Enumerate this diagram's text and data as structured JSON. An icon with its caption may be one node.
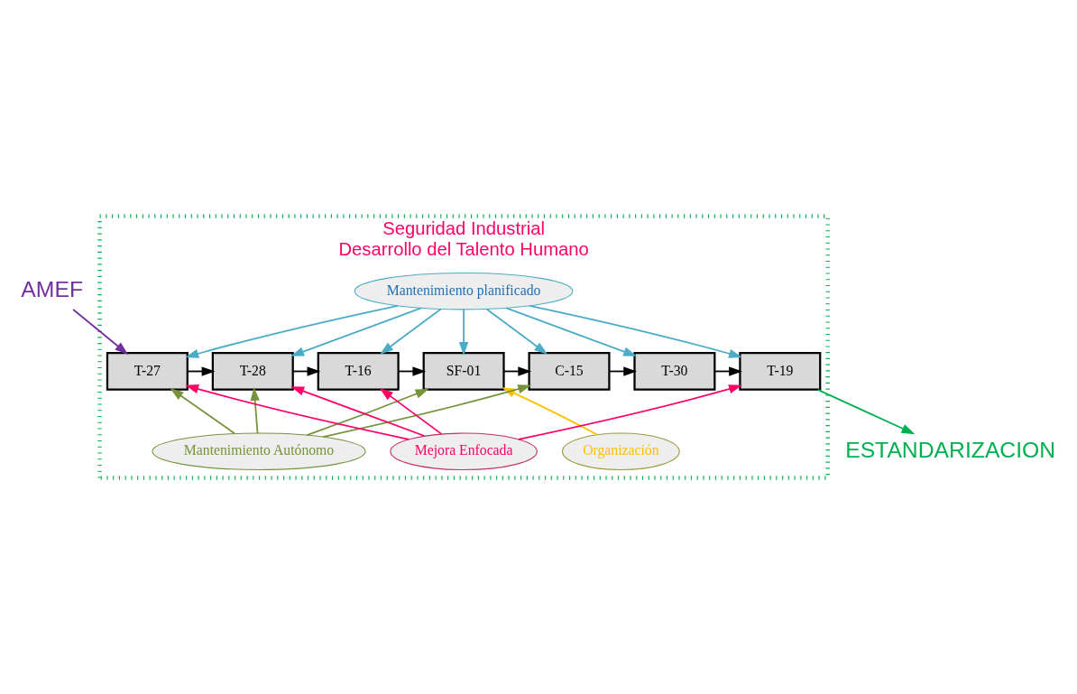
{
  "diagram": {
    "nodes": [
      {
        "text": [
          "AMEF"
        ]
      },
      {
        "text": [
          "Seguridad Industrial",
          "Desarrollo del Talento Humano"
        ]
      },
      {
        "text": [
          "Mantenimiento planificado"
        ],
        "in": 1
      },
      {
        "text": [
          "T-27"
        ],
        "in": 1
      },
      {
        "text": [
          "T-28"
        ],
        "in": 1
      },
      {
        "text": [
          "T-16"
        ],
        "in": 1
      },
      {
        "text": [
          "SF-01"
        ],
        "in": 1
      },
      {
        "text": [
          "C-15"
        ],
        "in": 1
      },
      {
        "text": [
          "T-30"
        ],
        "in": 1
      },
      {
        "text": [
          "T-19"
        ],
        "in": 1
      },
      {
        "text": [
          "Organización"
        ],
        "in": 1
      },
      {
        "text": [
          "Mantenimiento Autónomo"
        ],
        "in": 1
      },
      {
        "text": [
          "Mejora Enfocada"
        ],
        "in": 1
      },
      {
        "text": [
          "ESTANDARIZACION"
        ]
      }
    ],
    "edges": [
      {
        "from": 0,
        "to": 3,
        "arrow": "to",
        "color": "#7030a0"
      },
      {
        "from": 3,
        "to": 4,
        "arrow": "to",
        "color": "#000000"
      },
      {
        "from": 4,
        "to": 5,
        "arrow": "to",
        "color": "#000000"
      },
      {
        "from": 5,
        "to": 6,
        "arrow": "to",
        "color": "#000000"
      },
      {
        "from": 6,
        "to": 7,
        "arrow": "to",
        "color": "#000000"
      },
      {
        "from": 7,
        "to": 8,
        "arrow": "to",
        "color": "#000000"
      },
      {
        "from": 8,
        "to": 9,
        "arrow": "to",
        "color": "#000000"
      },
      {
        "from": 9,
        "to": 13,
        "arrow": "to",
        "color": "#00b050"
      },
      {
        "from": 2,
        "to": 3,
        "arrow": "to"
      },
      {
        "from": 2,
        "to": 4,
        "arrow": "to"
      },
      {
        "from": 2,
        "to": 5,
        "arrow": "to"
      },
      {
        "from": 2,
        "to": 6,
        "arrow": "to"
      },
      {
        "from": 2,
        "to": 7,
        "arrow": "to"
      },
      {
        "from": 2,
        "to": 8,
        "arrow": "to"
      },
      {
        "from": 2,
        "to": 9,
        "arrow": "to"
      },
      {
        "from": 11,
        "to": 3,
        "arrow": "to",
        "color": "#77933c"
      },
      {
        "from": 11,
        "to": 4,
        "arrow": "to",
        "color": "#77933c"
      },
      {
        "from": 11,
        "to": 6,
        "arrow": "to",
        "color": "#77933c"
      },
      {
        "from": 11,
        "to": 7,
        "arrow": "to",
        "color": "#77933c"
      },
      {
        "from": 10,
        "to": 6,
        "arrow": "to",
        "color": "#ffc000"
      },
      {
        "from": 12,
        "to": 3,
        "arrow": "to",
        "color": "#ff0066"
      },
      {
        "from": 12,
        "to": 4,
        "arrow": "to",
        "color": "#ff0066"
      },
      {
        "from": 12,
        "to": 5,
        "arrow": "to",
        "color": "#ff0066"
      },
      {
        "from": 12,
        "to": 9,
        "arrow": "to",
        "color": "#ff0066"
      }
    ]
  }
}
